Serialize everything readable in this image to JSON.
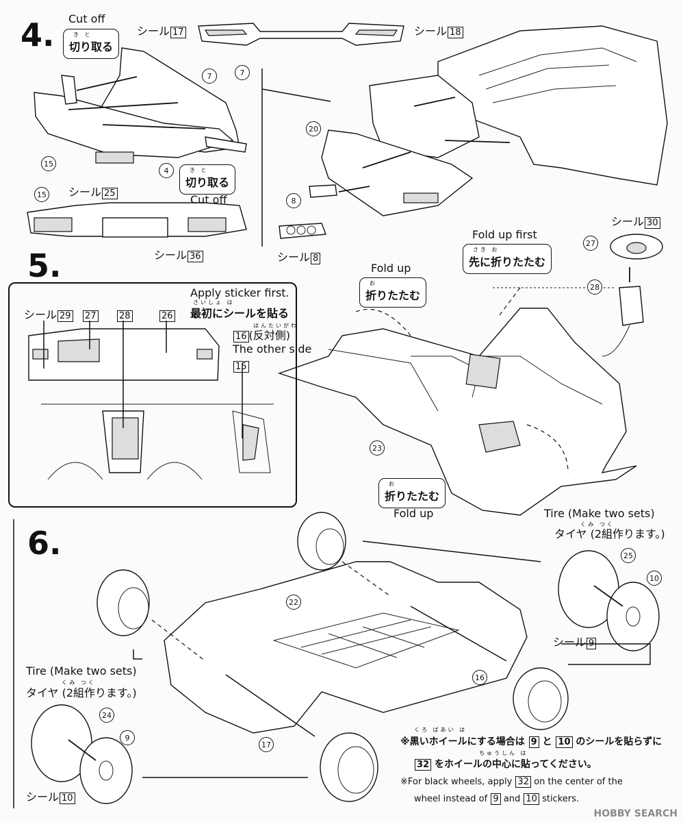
{
  "steps": {
    "s4": "4.",
    "s5": "5.",
    "s6": "6."
  },
  "step4": {
    "cut_off_en": "Cut off",
    "cut_off_jp": "切り取る",
    "cut_off_furi": "き と",
    "sticker_word": "シール",
    "sticker_17": "17",
    "sticker_18": "18",
    "sticker_25": "25",
    "sticker_36": "36",
    "sticker_8": "8",
    "parts": [
      "7",
      "7",
      "15",
      "4",
      "15",
      "20",
      "8"
    ]
  },
  "step5": {
    "fold_up_first_en": "Fold up first",
    "fold_up_first_jp": "先に折りたたむ",
    "fold_up_first_furi": "さき お",
    "fold_up_en": "Fold up",
    "fold_jp": "折りたたむ",
    "fold_furi": "お",
    "apply_first_en": "Apply sticker first.",
    "apply_first_jp": "最初にシールを貼る",
    "apply_first_furi": "さいしょ は",
    "other_side_num": "16",
    "other_side_jp": "(反対側)",
    "other_side_furi": "はんたいがわ",
    "other_side_en": "The other side",
    "sticker_15": "15",
    "sticker_29": "29",
    "sticker_27": "27",
    "sticker_28": "28",
    "sticker_26": "26",
    "sticker_30": "30",
    "parts": [
      "27",
      "28",
      "23"
    ]
  },
  "step6": {
    "tire_en": "Tire (Make two sets)",
    "tire_jp": "タイヤ (2組作ります。)",
    "tire_furi": "くみ つく",
    "sticker_9": "9",
    "sticker_10": "10",
    "parts": [
      "22",
      "16",
      "17",
      "25",
      "10",
      "24",
      "9"
    ],
    "note_jp_1a": "※黒いホイールにする場合は",
    "note_jp_1b": "と",
    "note_jp_1c": "のシールを貼らずに",
    "note_jp_furi_1": "くろ ばあい は",
    "note_jp_2": "をホイールの中心に貼ってください。",
    "note_jp_furi_2": "ちゅうしん は",
    "note_num_32": "32",
    "note_en_1a": "※For black wheels, apply",
    "note_en_1b": "on the center of the",
    "note_en_2a": "wheel instead of",
    "note_en_2b": "and",
    "note_en_2c": "stickers."
  },
  "watermark": "HOBBY SEARCH",
  "colors": {
    "ink": "#111111",
    "paper": "#fbfbfa",
    "shade": "#dddddd"
  }
}
